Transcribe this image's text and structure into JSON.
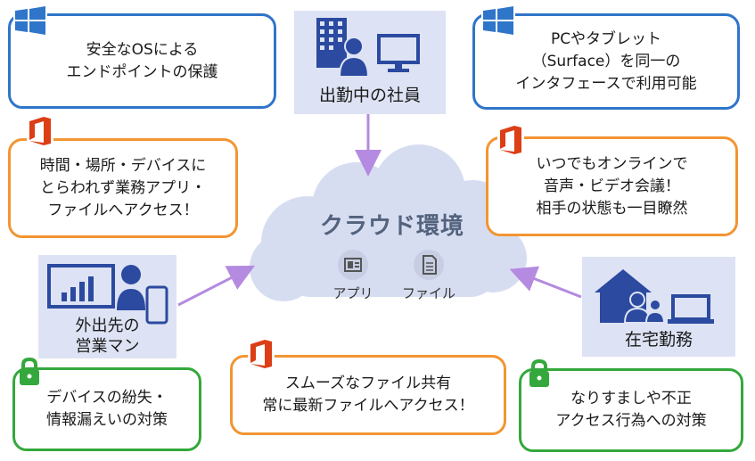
{
  "top_left_bubble": {
    "lines": [
      "安全なOSによる",
      "エンドポイントの保護"
    ]
  },
  "top_right_bubble": {
    "lines": [
      "PCやタブレット",
      "（Surface）を同一の",
      "インタフェースで利用可能"
    ]
  },
  "office_worker": {
    "label": "出勤中の社員"
  },
  "left_orange_bubble": {
    "lines": [
      "時間・場所・デバイスに",
      "とらわれず業務アプリ・",
      "ファイルへアクセス！"
    ]
  },
  "right_orange_bubble": {
    "lines": [
      "いつでもオンラインで",
      "音声・ビデオ会議！",
      "相手の状態も一目瞭然"
    ]
  },
  "cloud": {
    "title": "クラウド環境",
    "apps_label": "アプリ",
    "files_label": "ファイル"
  },
  "sales_person": {
    "lines": [
      "外出先の",
      "営業マン"
    ]
  },
  "home_worker": {
    "label": "在宅勤務"
  },
  "bottom_left_bubble": {
    "lines": [
      "デバイスの紛失・",
      "情報漏えいの対策"
    ]
  },
  "bottom_center_bubble": {
    "lines": [
      "スムーズなファイル共有",
      "常に最新ファイルへアクセス！"
    ]
  },
  "bottom_right_bubble": {
    "lines": [
      "なりすましや不正",
      "アクセス行為への対策"
    ]
  },
  "colors": {
    "windows_blue": "#2f75c9",
    "office_orange": "#f29532",
    "office_red": "#dc3e15",
    "security_green": "#34a83c",
    "cloud_fill": "#d7ddf1",
    "actor_fill": "#dde3f4",
    "icon_navy": "#2b4aa0",
    "arrow_purple": "#b48be0"
  }
}
